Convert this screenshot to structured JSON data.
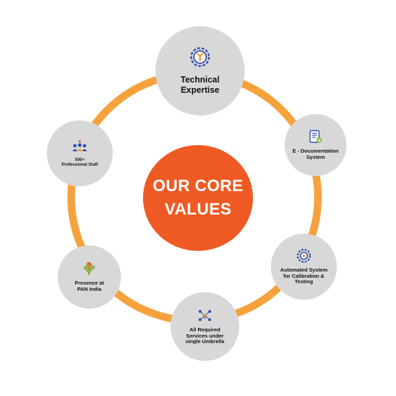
{
  "center": {
    "line1": "OUR CORE",
    "line2": "VALUES"
  },
  "nodes": {
    "technical": {
      "label": "Technical\nExpertise",
      "icon": "gear-wrench-icon"
    },
    "edoc": {
      "label": "E - Documentation\nSystem",
      "icon": "document-checklist-icon"
    },
    "automated": {
      "label": "Automated System\nfor Calibration &\nTesting",
      "icon": "automation-gear-icon"
    },
    "services": {
      "label": "All Required\nServices under\nsingle Umbrella",
      "icon": "umbrella-network-icon"
    },
    "presence": {
      "label": "Presence at\nPAN India",
      "icon": "india-map-icon"
    },
    "staff": {
      "label": "500+\nProfessional Staff",
      "icon": "team-people-icon"
    }
  },
  "colors": {
    "ring": "#f6a23c",
    "center": "#ef5a24",
    "node": "#d8d8d8",
    "icon_blue": "#2f4aa8",
    "icon_orange": "#f29a3a"
  }
}
